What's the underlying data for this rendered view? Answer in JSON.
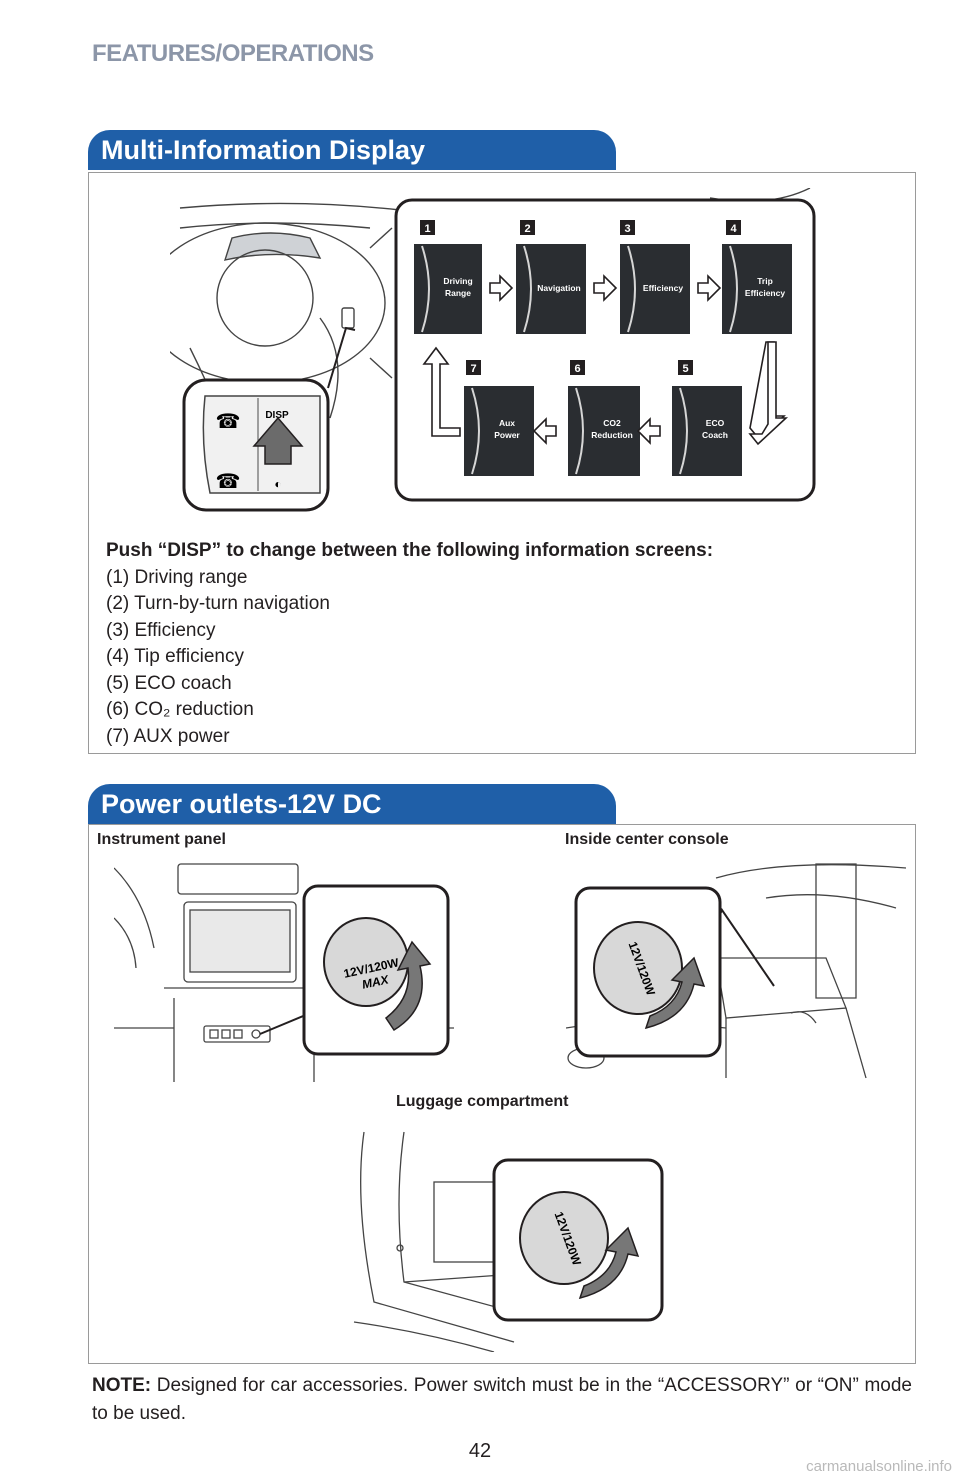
{
  "header": "FEATURES/OPERATIONS",
  "mid": {
    "title": "Multi-Information Display",
    "button_label": "DISP",
    "screens": [
      {
        "num": "1",
        "label1": "Driving",
        "label2": "Range"
      },
      {
        "num": "2",
        "label1": "Navigation",
        "label2": ""
      },
      {
        "num": "3",
        "label1": "Efficiency",
        "label2": ""
      },
      {
        "num": "4",
        "label1": "Trip",
        "label2": "Efficiency"
      },
      {
        "num": "5",
        "label1": "ECO",
        "label2": "Coach"
      },
      {
        "num": "6",
        "label1": "CO2",
        "label2": "Reduction"
      },
      {
        "num": "7",
        "label1": "Aux",
        "label2": "Power"
      }
    ],
    "lead": "Push “DISP” to change between the following information screens:",
    "items": [
      "(1) Driving range",
      "(2) Turn-by-turn navigation",
      "(3) Efficiency",
      "(4) Tip efficiency",
      "(5) ECO coach",
      "(6) CO₂ reduction",
      "(7) AUX power"
    ]
  },
  "power": {
    "title": "Power outlets-12V DC",
    "captions": {
      "instrument": "Instrument panel",
      "console": "Inside center console",
      "luggage": "Luggage compartment"
    },
    "cap_text": "12V/120W",
    "cap_max": "MAX"
  },
  "note": {
    "label": "NOTE:",
    "text": " Designed for car accessories. Power switch must be in the “ACCESSORY” or “ON” mode to be used."
  },
  "page_number": "42",
  "watermark": "carmanualsonline.info"
}
